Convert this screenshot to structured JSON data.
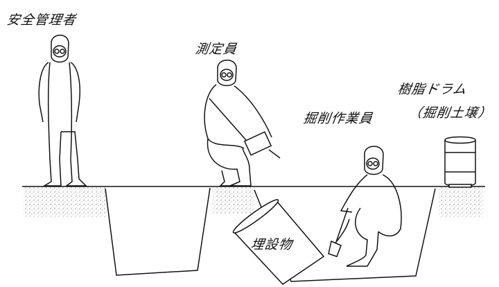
{
  "labels": {
    "safety_manager": "安全管理者",
    "measurer": "測定員",
    "resin_drum_line1": "樹脂ドラム",
    "resin_drum_line2": "（掘削土壌）",
    "excavation_worker": "掘削作業員",
    "buried_object": "埋設物"
  },
  "colors": {
    "line": "#111111",
    "background": "#ffffff",
    "soil_dots": "#555555"
  },
  "icons": [
    "gas-mask-icon",
    "shovel-icon",
    "measuring-instrument-icon",
    "resin-drum-icon"
  ]
}
